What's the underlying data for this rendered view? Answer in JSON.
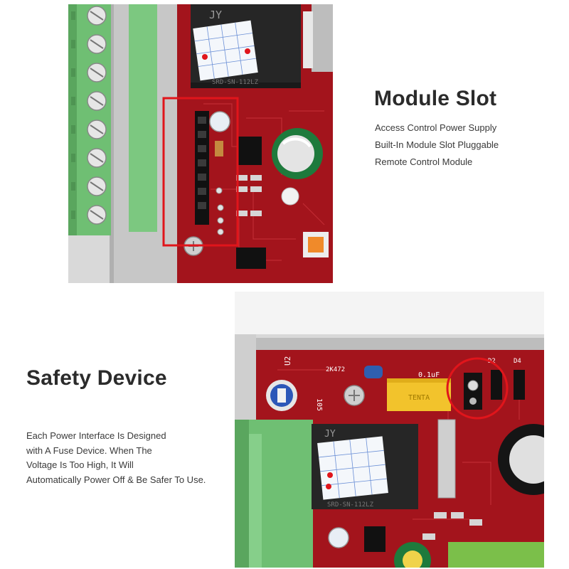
{
  "sections": {
    "module_slot": {
      "title": "Module Slot",
      "lines": [
        "Access Control Power Supply",
        "Built-In Module Slot Pluggable",
        "Remote Control Module"
      ]
    },
    "safety_device": {
      "title": "Safety Device",
      "lines": [
        "Each Power Interface Is Designed",
        "with A Fuse Device. When The",
        "Voltage Is Too High, It Will",
        "Automatically Power Off & Be Safer To Use."
      ]
    }
  },
  "board_labels": {
    "relay_brand": "JY",
    "relay_model": "SRD-SN-112LZ",
    "pcb_u2": "U2",
    "pcb_2k472": "2K472",
    "pcb_105": "105",
    "pcb_cap": "0.1uF",
    "pcb_d2": "D2",
    "pcb_d4": "D4",
    "cap_brand": "TENTA"
  },
  "colors": {
    "pcb_red": "#a3141c",
    "terminal_green": "#6fbf73",
    "highlight_red": "#e0151b",
    "text_dark": "#2b2b2b"
  }
}
